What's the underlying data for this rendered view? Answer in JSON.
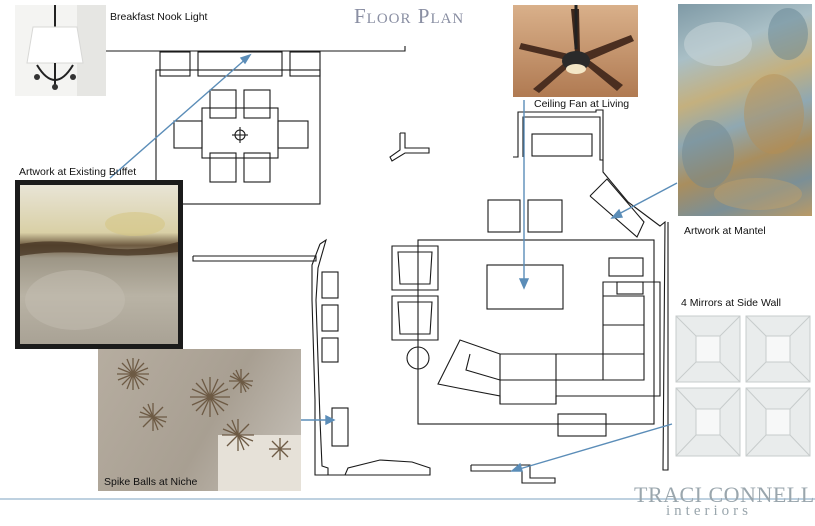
{
  "title": "Floor Plan",
  "labels": {
    "breakfast_nook_light": "Breakfast Nook Light",
    "ceiling_fan": "Ceiling Fan at Living",
    "artwork_buffet": "Artwork at Existing Buffet",
    "artwork_mantel": "Artwork at Mantel",
    "mirrors": "4 Mirrors at Side Wall",
    "spike_balls": "Spike Balls at Niche"
  },
  "brand": {
    "name": "TRACI CONNELL",
    "sub": "interiors"
  },
  "colors": {
    "plan_line": "#1a1a1a",
    "arrow": "#5b8db8",
    "title": "#8a8fa3",
    "brand": "#9aa6ad",
    "divider": "#a9c2d6"
  }
}
